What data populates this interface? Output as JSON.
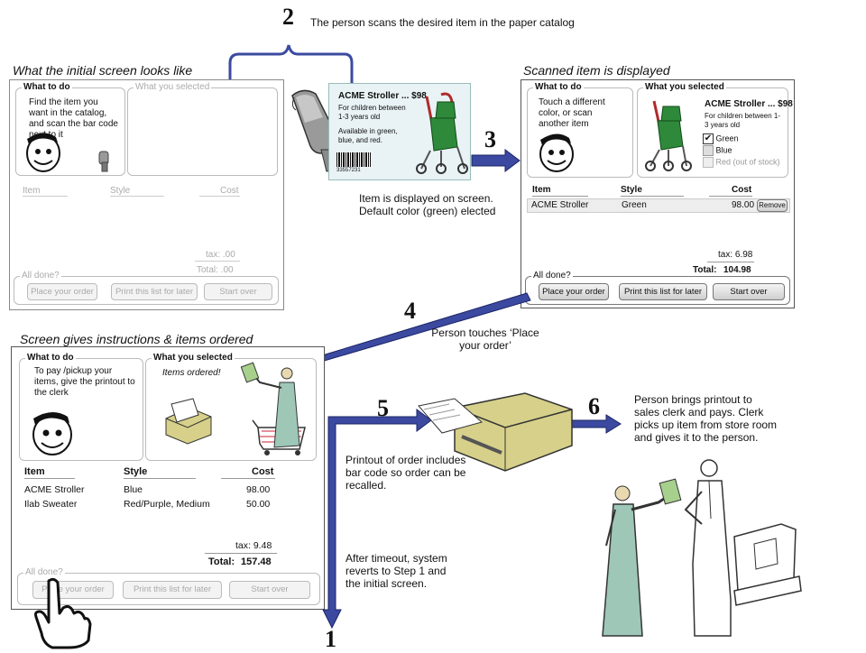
{
  "step2": {
    "number": "2",
    "text": "The person scans the desired item in the paper catalog"
  },
  "step3": {
    "number": "3",
    "text": "Item is displayed on screen. Default color (green) elected"
  },
  "step4": {
    "number": "4",
    "text": "Person touches ‘Place your order’"
  },
  "step5": {
    "number": "5",
    "text": "Printout of order includes bar code so order can be recalled."
  },
  "step6": {
    "number": "6",
    "text": "Person brings printout to sales clerk and pays. Clerk picks up item from store room and gives it to the person."
  },
  "step1": {
    "number": "1",
    "text": "After timeout, system reverts to Step 1 and the initial screen."
  },
  "catalog": {
    "name": "ACME Stroller",
    "price": "... $98",
    "desc": "For children between 1-3 years old",
    "avail": "Available in green, blue, and red.",
    "barcode": "33557231"
  },
  "screen1": {
    "caption": "What the initial screen looks like",
    "todo_title": "What to do",
    "todo_text": "Find the item you want in the catalog, and scan the bar code next to it",
    "sel_title": "What you selected",
    "col_item": "Item",
    "col_style": "Style",
    "col_cost": "Cost",
    "tax": "tax: .00",
    "total": "Total: .00",
    "alldone": "All done?",
    "btn_place": "Place your order",
    "btn_print": "Print this list for later",
    "btn_start": "Start over"
  },
  "screen2": {
    "caption": "Scanned item is displayed",
    "todo_title": "What to do",
    "todo_text": "Touch a different color, or scan another item",
    "sel_title": "What you selected",
    "item_name": "ACME Stroller",
    "item_price": "... $98",
    "item_desc": "For children between 1-3 years old",
    "opt_green": "Green",
    "opt_blue": "Blue",
    "opt_red": "Red (out of stock)",
    "col_item": "Item",
    "col_style": "Style",
    "col_cost": "Cost",
    "row_item": "ACME Stroller",
    "row_style": "Green",
    "row_cost": "98.00",
    "remove": "Remove",
    "tax": "tax: 6.98",
    "total_label": "Total:",
    "total_value": "104.98",
    "alldone": "All done?",
    "btn_place": "Place your order",
    "btn_print": "Print this list for later",
    "btn_start": "Start over"
  },
  "screen3": {
    "caption": "Screen gives instructions & items ordered",
    "todo_title": "What to do",
    "todo_text": "To pay /pickup your items, give the printout to the clerk",
    "sel_title": "What you selected",
    "ordered": "Items ordered!",
    "col_item": "Item",
    "col_style": "Style",
    "col_cost": "Cost",
    "rows": [
      {
        "item": "ACME Stroller",
        "style": "Blue",
        "cost": "98.00"
      },
      {
        "item": "Ilab Sweater",
        "style": "Red/Purple, Medium",
        "cost": "50.00"
      }
    ],
    "tax": "tax: 9.48",
    "total_label": "Total:",
    "total_value": "157.48",
    "alldone": "All done?",
    "btn_place": "Place your order",
    "btn_print": "Print this list for later",
    "btn_start": "Start over"
  },
  "colors": {
    "arrow": "#3b4aa0",
    "arrow_dark": "#1b2466",
    "stroller": "#2e8a3a",
    "catalog_bg": "#e9f3f6"
  }
}
